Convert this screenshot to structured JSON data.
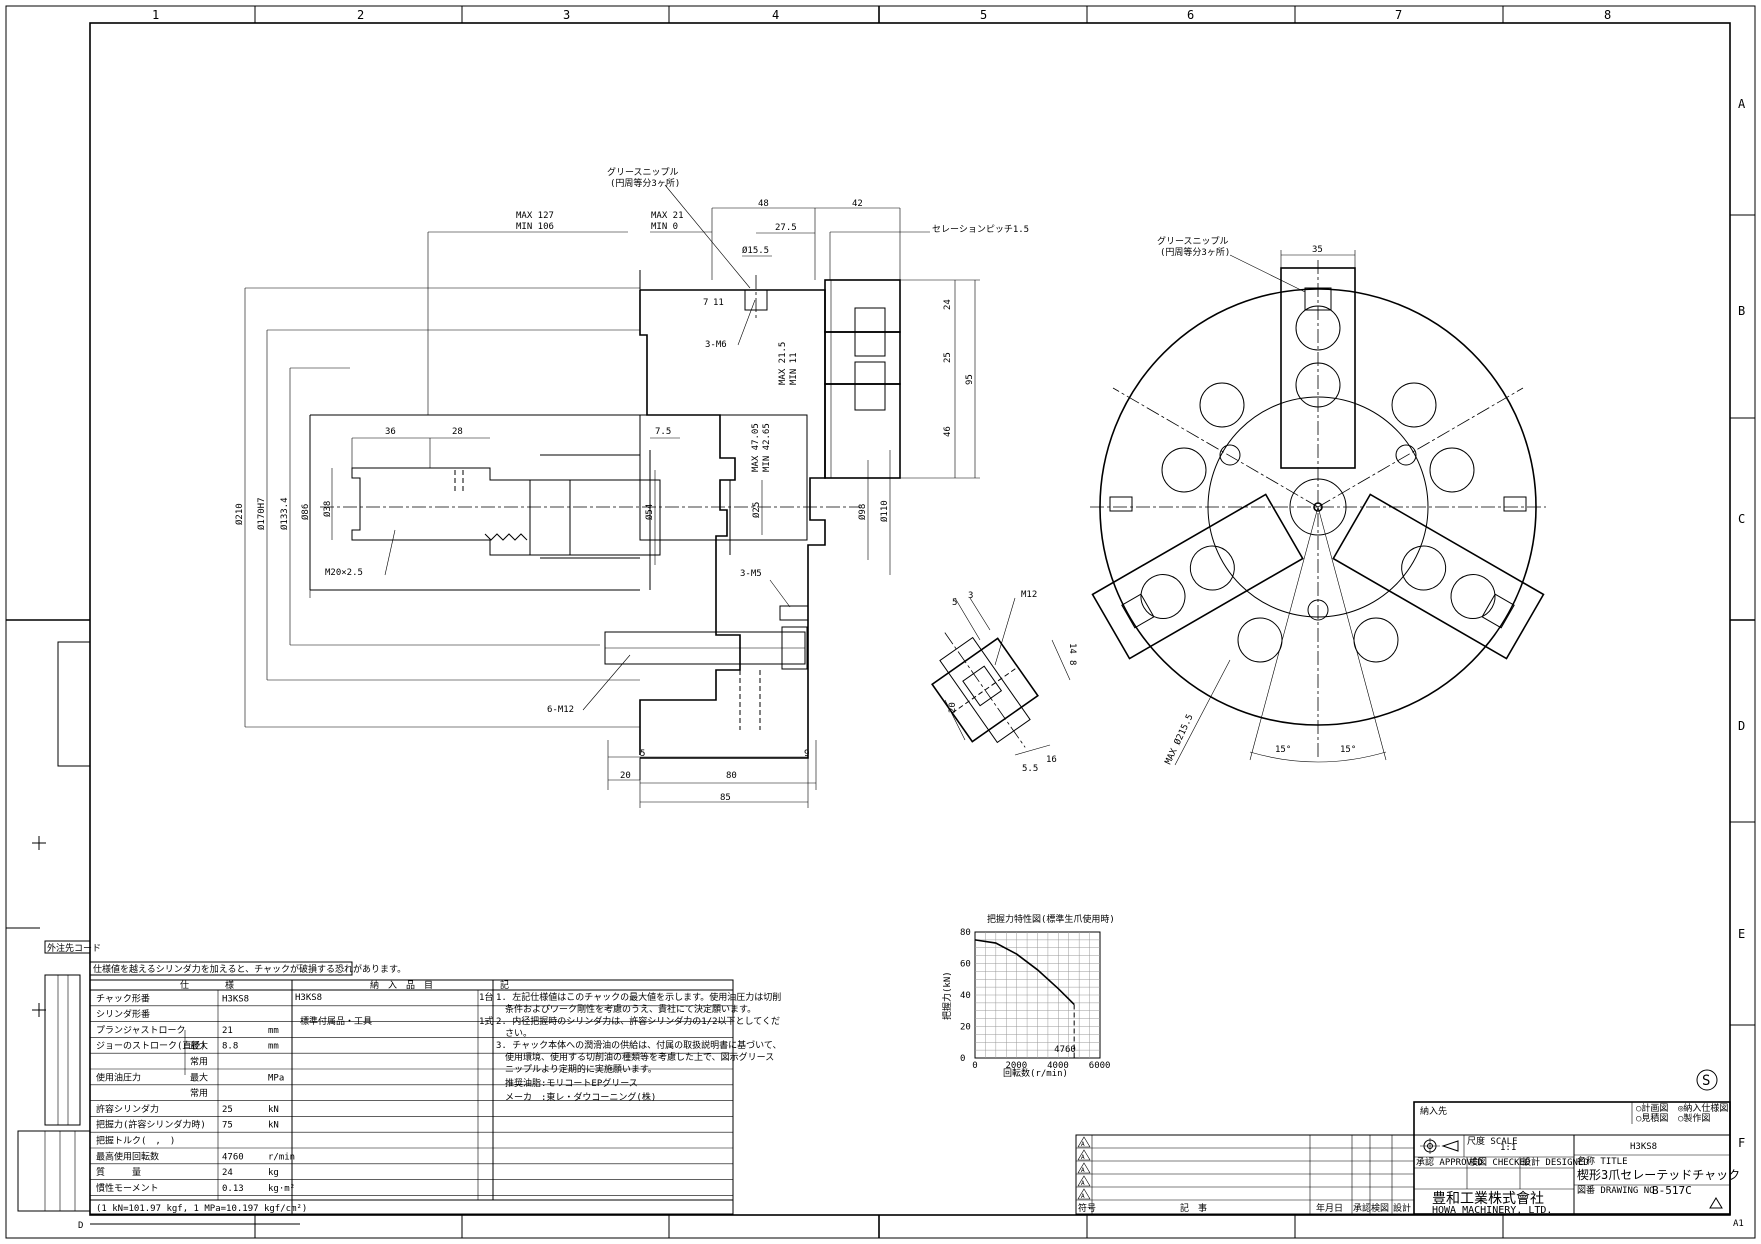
{
  "border": {
    "columns": [
      "1",
      "2",
      "3",
      "4",
      "5",
      "6",
      "7",
      "8"
    ],
    "rows": [
      "A",
      "B",
      "C",
      "D",
      "E",
      "F"
    ],
    "corner_mark": "A1",
    "bottom_left_mark": "D"
  },
  "side_view": {
    "callouts": {
      "grease_nipple": "グリースニップル",
      "grease_nipple_sub": "(円周等分3ヶ所)",
      "serration_pitch": "セレーションピッチ1.5"
    },
    "dims": {
      "max127": "MAX 127",
      "min106": "MIN 106",
      "max21": "MAX 21",
      "min0": "MIN  0",
      "d48": "48",
      "d42": "42",
      "d27_5": "27.5",
      "dia15_5": "Ø15.5",
      "d7": "7",
      "d11": "11",
      "m6": "3-M6",
      "max21_5": "MAX 21.5",
      "min11": "MIN 11",
      "d24": "24",
      "d25": "25",
      "d46": "46",
      "d95": "95",
      "d36": "36",
      "d28": "28",
      "d7_5": "7.5",
      "max47_05": "MAX 47.05",
      "min42_65": "MIN 42.65",
      "dia210": "Ø210",
      "dia170": "Ø170H7",
      "dia133": "Ø133.4",
      "dia86": "Ø86",
      "dia38": "Ø38",
      "dia54": "Ø54",
      "dia25": "Ø25",
      "dia98": "Ø98",
      "dia110": "Ø110",
      "m20": "M20×2.5",
      "m5": "3-M5",
      "m12": "6-M12",
      "d5": "5",
      "d9": "9",
      "d20": "20",
      "d80": "80",
      "d85": "85"
    }
  },
  "jaw_detail": {
    "dims": {
      "d5": "5",
      "d3": "3",
      "m12": "M12",
      "d14": "14",
      "d8": "8",
      "d20": "20",
      "d5_5": "5.5",
      "d16": "16"
    }
  },
  "front_view": {
    "callout": "グリースニップル",
    "callout_sub": "(円周等分3ヶ所)",
    "d35": "35",
    "dia215": "MAX Ø215.5",
    "ang1": "15°",
    "ang2": "15°"
  },
  "chart_data": {
    "type": "line",
    "title": "把握力特性図(標準生爪使用時)",
    "xlabel": "回転数(r/min)",
    "ylabel": "把握力(kN)",
    "x_ticks": [
      0,
      2000,
      4000,
      6000
    ],
    "y_ticks": [
      0,
      20,
      40,
      60,
      80
    ],
    "xlim": [
      0,
      6000
    ],
    "ylim": [
      0,
      80
    ],
    "grid": true,
    "series": [
      {
        "x": [
          0,
          1000,
          2000,
          3000,
          4000,
          4760
        ],
        "y": [
          75,
          73,
          66,
          56,
          44,
          34
        ]
      }
    ],
    "annotation": "4760"
  },
  "warning": "仕様値を越えるシリンダ力を加えると、チャックが破損する恐れがあります。",
  "spec_table": {
    "header_spec": "仕　　　　様",
    "header_delivery": "納　入　品　目",
    "header_notes": "記",
    "rows": [
      {
        "label": "チャック形番",
        "sub": "",
        "value": "H3KS8",
        "unit": ""
      },
      {
        "label": "シリンダ形番",
        "sub": "",
        "value": "",
        "unit": ""
      },
      {
        "label": "プランジャストローク",
        "sub": "",
        "value": "21",
        "unit": "mm"
      },
      {
        "label": "ジョーのストローク(直径)",
        "sub": "最大",
        "value": "8.8",
        "unit": "mm"
      },
      {
        "label": "",
        "sub": "常用",
        "value": "",
        "unit": ""
      },
      {
        "label": "使用油圧力",
        "sub": "最大",
        "value": "",
        "unit": "MPa"
      },
      {
        "label": "",
        "sub": "常用",
        "value": "",
        "unit": ""
      },
      {
        "label": "許容シリンダ力",
        "sub": "",
        "value": "25",
        "unit": "kN"
      },
      {
        "label": "把握力(許容シリンダ力時)",
        "sub": "",
        "value": "75",
        "unit": "kN"
      },
      {
        "label": "把握トルク(　,　)",
        "sub": "",
        "value": "",
        "unit": ""
      },
      {
        "label": "最高使用回転数",
        "sub": "",
        "value": "4760",
        "unit": "r/min"
      },
      {
        "label": "質　　　量",
        "sub": "",
        "value": "24",
        "unit": "kg"
      },
      {
        "label": "慣性モーメント",
        "sub": "",
        "value": "0.13",
        "unit": "kg·m²"
      }
    ],
    "delivery": [
      {
        "item": "H3KS8",
        "qty": "1台"
      },
      {
        "item": "標準付属品・工具",
        "qty": "1式"
      }
    ],
    "notes": [
      "1. 左記仕様値はこのチャックの最大値を示します。使用油圧力は切削",
      "　条件およびワーク剛性を考慮のうえ、貴社にて決定願います。",
      "2. 内径把握時のシリンダ力は、許容シリンダ力の1/2以下としてくだ",
      "　さい。",
      "3. チャック本体への潤滑油の供給は、付属の取扱説明書に基づいて、",
      "　使用環境、使用する切削油の種類等を考慮した上で、図示グリース",
      "　ニップルより定期的に実施願います。",
      "　推奨油脂:モリコートEPグリース",
      "　メーカ　:東レ・ダウコーニング(株)"
    ],
    "footnote": "(1 kN=101.97 kgf, 1 MPa=10.197 kgf/cm²)"
  },
  "left_strip": {
    "order_code": "外注先コード"
  },
  "title_block": {
    "destination_label": "納入先",
    "options": [
      "○計画図",
      "◎納入仕様図",
      "○見積図",
      "○製作図"
    ],
    "scale_label": "尺度 SCALE",
    "scale_value": "1:1",
    "approved": "承認 APPROVED",
    "checked": "検図 CHECKED",
    "designed": "設計 DESIGNED",
    "name_label": "名称 TITLE",
    "model": "H3KS8",
    "title": "楔形3爪セレーテッドチャック",
    "drawing_no_label": "図番 DRAWING NO.",
    "drawing_no": "B-517C",
    "company_jp": "豊和工業株式會社",
    "company_en": "HOWA MACHINERY, LTD.",
    "revision_cols": [
      "符号",
      "記　事",
      "承認",
      "検図",
      "設計",
      "年月日"
    ],
    "revision_marks": [
      "A",
      "A",
      "A",
      "A",
      "A"
    ],
    "s_mark": "S"
  }
}
